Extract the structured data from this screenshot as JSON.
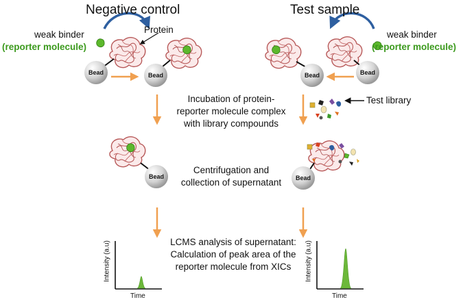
{
  "titles": {
    "left": "Negative control",
    "right": "Test sample"
  },
  "labels": {
    "weak_binder": "weak binder",
    "reporter": "(reporter molecule)",
    "protein": "Protein",
    "bead": "Bead",
    "test_library": "Test library"
  },
  "steps": {
    "incubation": [
      "Incubation of protein-",
      "reporter molecule complex",
      "with library compounds"
    ],
    "centrifugation": [
      "Centrifugation and",
      "collection of supernatant"
    ],
    "lcms": [
      "LCMS analysis of supernatant:",
      "Calculation of peak area of the",
      "reporter molecule from XICs"
    ]
  },
  "plots": {
    "ylabel": "Intensity (a.u)",
    "xlabel": "Time"
  },
  "colors": {
    "arrow": "#f0a050",
    "reporter": "#5cb82c",
    "protein": "#b85a5a",
    "curved_arrow": "#2e5fa0",
    "peak": "#6cb83a"
  },
  "chart_data": [
    {
      "type": "area",
      "ylabel": "Intensity (a.u)",
      "xlabel": "Time",
      "peak_relative_height": 0.3
    },
    {
      "type": "area",
      "ylabel": "Intensity (a.u)",
      "xlabel": "Time",
      "peak_relative_height": 1.0
    }
  ]
}
